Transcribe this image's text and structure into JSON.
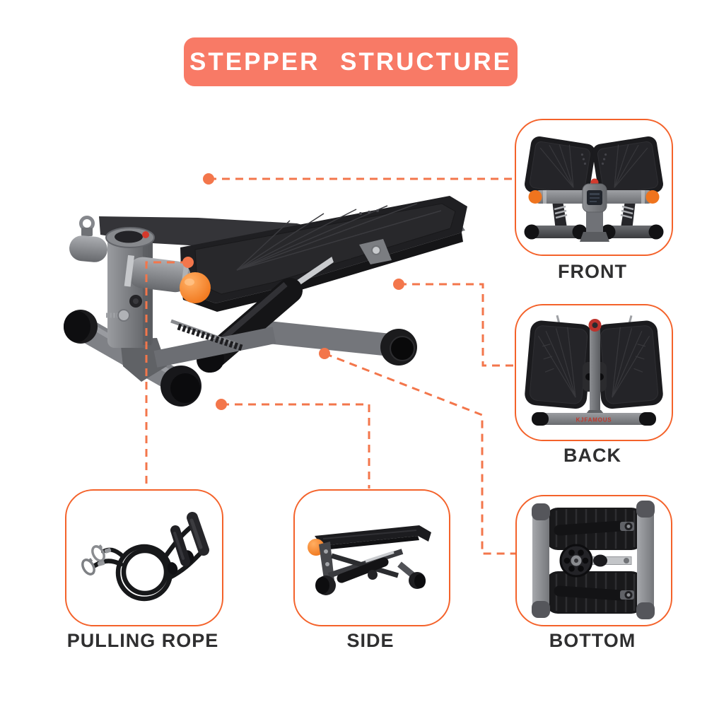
{
  "banner": {
    "title": "STEPPER STRUCTURE"
  },
  "colors": {
    "banner_bg": "#F87A66",
    "banner_text": "#FFFFFF",
    "callout_border": "#F4622A",
    "connector_orange": "#F3764B",
    "label_text": "#2F2F30",
    "machine_orange": "#EF741E",
    "brand_red": "#C2372B"
  },
  "main_image": {
    "icon": "stepper-three-quarter-photo"
  },
  "callouts": [
    {
      "id": "front",
      "label": "FRONT",
      "icon": "stepper-front-view"
    },
    {
      "id": "back",
      "label": "BACK",
      "icon": "stepper-back-view",
      "brand_text": "KJFAMOUS"
    },
    {
      "id": "bottom",
      "label": "BOTTOM",
      "icon": "stepper-bottom-view"
    },
    {
      "id": "rope",
      "label": "PULLING ROPE",
      "icon": "resistance-pulling-rope"
    },
    {
      "id": "side",
      "label": "SIDE",
      "icon": "stepper-side-view"
    }
  ]
}
